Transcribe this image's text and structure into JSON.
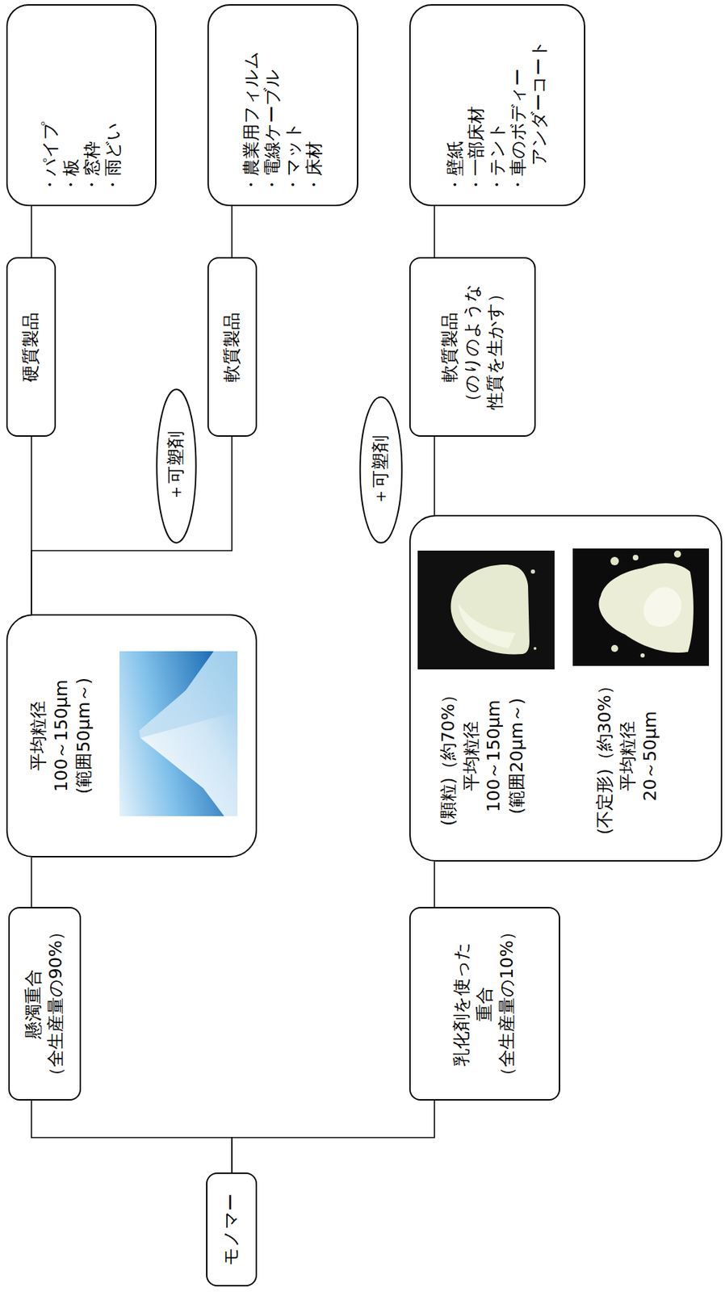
{
  "diagram": {
    "nodes": [
      {
        "text": [
          "モノマー"
        ]
      },
      {
        "text": [
          "懸濁重合",
          "（全生産量の90%）"
        ]
      },
      {
        "text": [
          "乳化剤を使った 重合",
          "（全生産量の10%）"
        ]
      },
      {
        "text": [
          "平均粒径 100～150μm (範囲50μm～)"
        ]
      },
      {
        "text": [
          "(顆粒)（約70%） 平均粒径 100～150μm (範囲20μm～)",
          "(不定形)（約30%） 平均粒径 20～50μm"
        ]
      },
      {
        "text": [
          "＋可塑剤"
        ]
      },
      {
        "text": [
          "＋可塑剤"
        ]
      },
      {
        "text": [
          "硬質製品"
        ]
      },
      {
        "text": [
          "軟質製品"
        ]
      },
      {
        "text": [
          "軟質製品",
          "（のりのような 性質を生かす）"
        ]
      },
      {
        "text": [
          "・パイプ",
          "・板",
          "・窓枠",
          "・雨どい"
        ]
      },
      {
        "text": [
          "・農業用フィルム",
          "・電線ケーブル",
          "・マット",
          "・床材"
        ]
      },
      {
        "text": [
          "・壁紙",
          "・一部床材",
          "・テント",
          "・車のボディー アンダーコート"
        ]
      }
    ],
    "edges": [
      {
        "from": 0,
        "to": 1,
        "arrow": "none"
      },
      {
        "from": 0,
        "to": 2,
        "arrow": "none"
      },
      {
        "from": 1,
        "to": 3,
        "arrow": "none"
      },
      {
        "from": 2,
        "to": 4,
        "arrow": "none"
      },
      {
        "from": 3,
        "to": 7,
        "arrow": "none"
      },
      {
        "from": 3,
        "to": 8,
        "arrow": "none"
      },
      {
        "from": 4,
        "to": 9,
        "arrow": "none"
      },
      {
        "from": 7,
        "to": 10,
        "arrow": "none"
      },
      {
        "from": 8,
        "to": 11,
        "arrow": "none"
      },
      {
        "from": 9,
        "to": 12,
        "arrow": "none"
      }
    ]
  }
}
